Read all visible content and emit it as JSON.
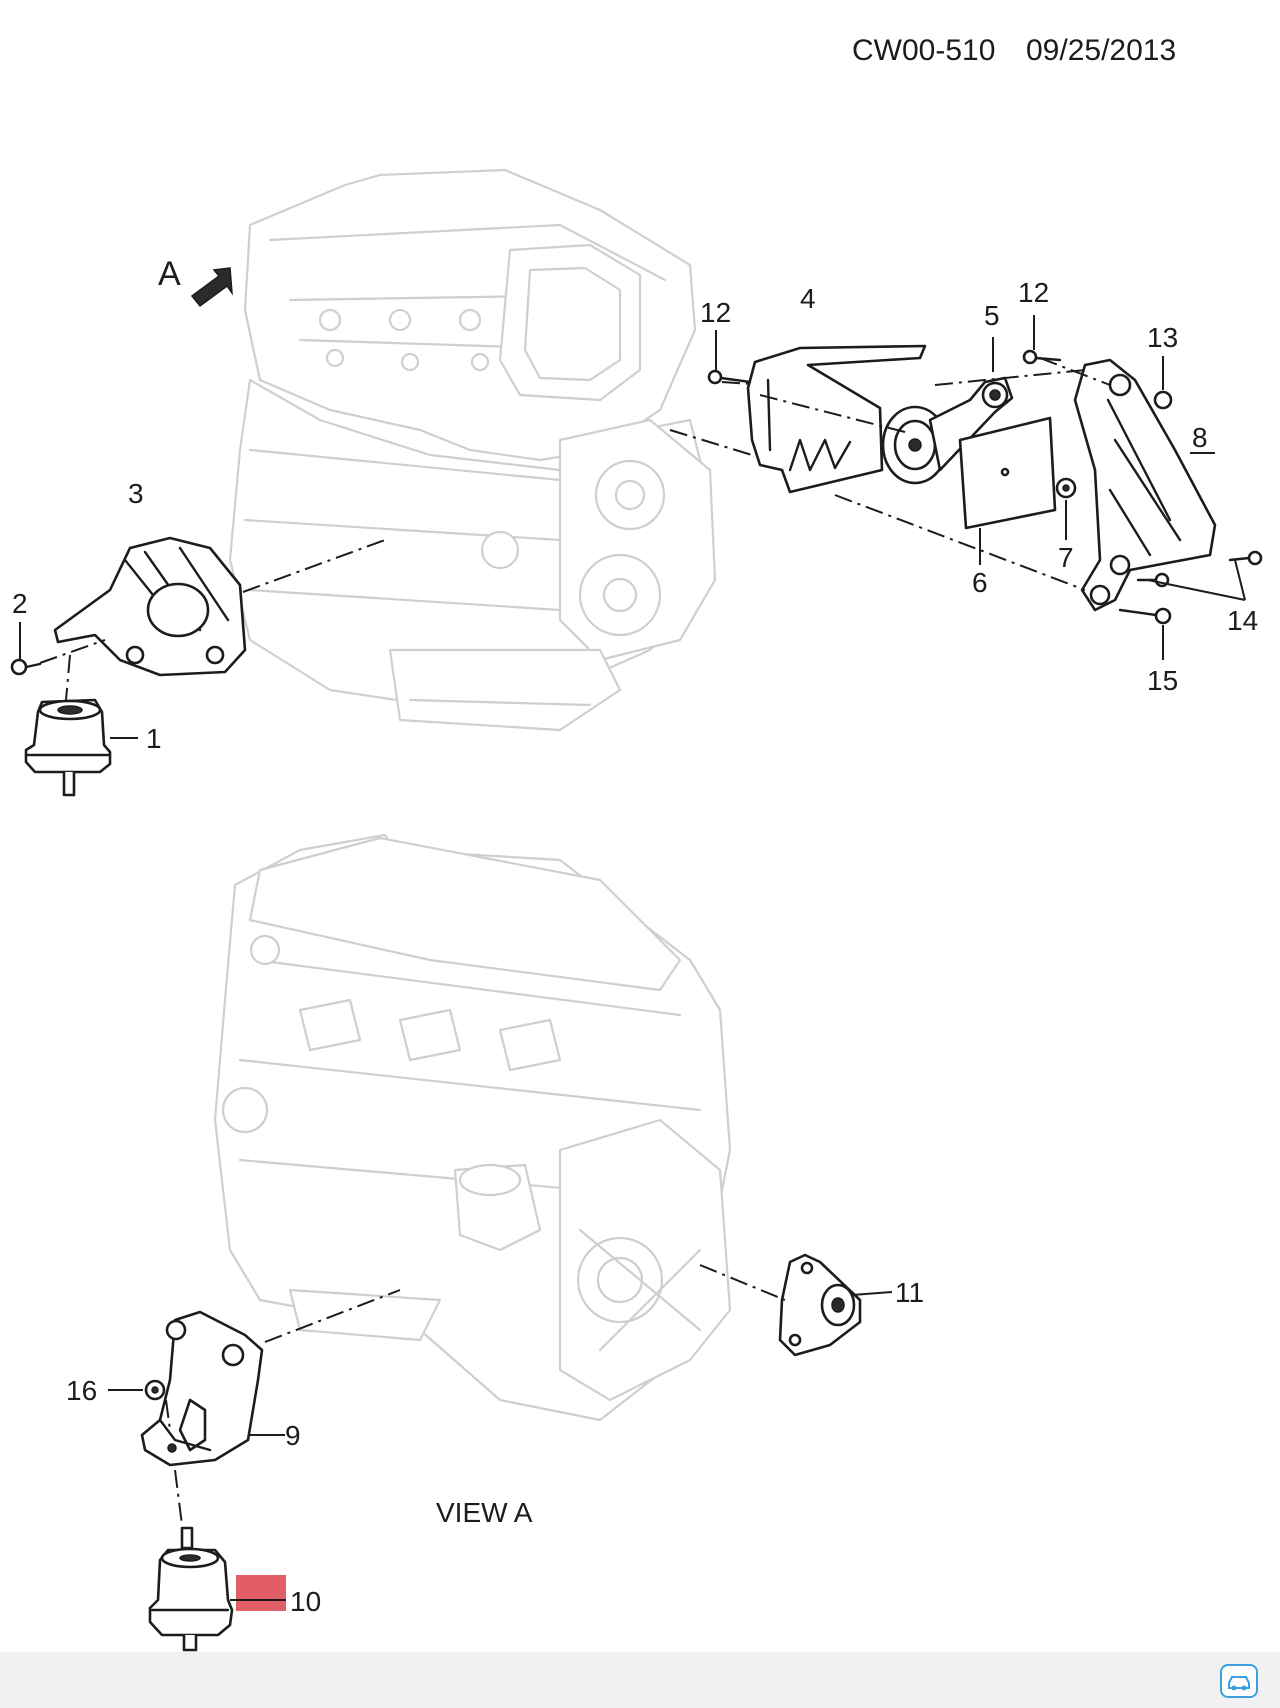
{
  "header": {
    "doc_code": "CW00-510",
    "date": "09/25/2013"
  },
  "view_a": {
    "arrow_letter": "A",
    "caption": "VIEW A"
  },
  "callouts": {
    "c1": "1",
    "c2": "2",
    "c3": "3",
    "c4": "4",
    "c5": "5",
    "c6": "6",
    "c7": "7",
    "c8": "8",
    "c9": "9",
    "c10": "10",
    "c11": "11",
    "c12a": "12",
    "c12b": "12",
    "c13": "13",
    "c14": "14",
    "c15": "15",
    "c16": "16"
  },
  "highlight": {
    "part": "10",
    "color": "#e0505a"
  },
  "icons": {
    "app_badge": "car-app-icon"
  }
}
